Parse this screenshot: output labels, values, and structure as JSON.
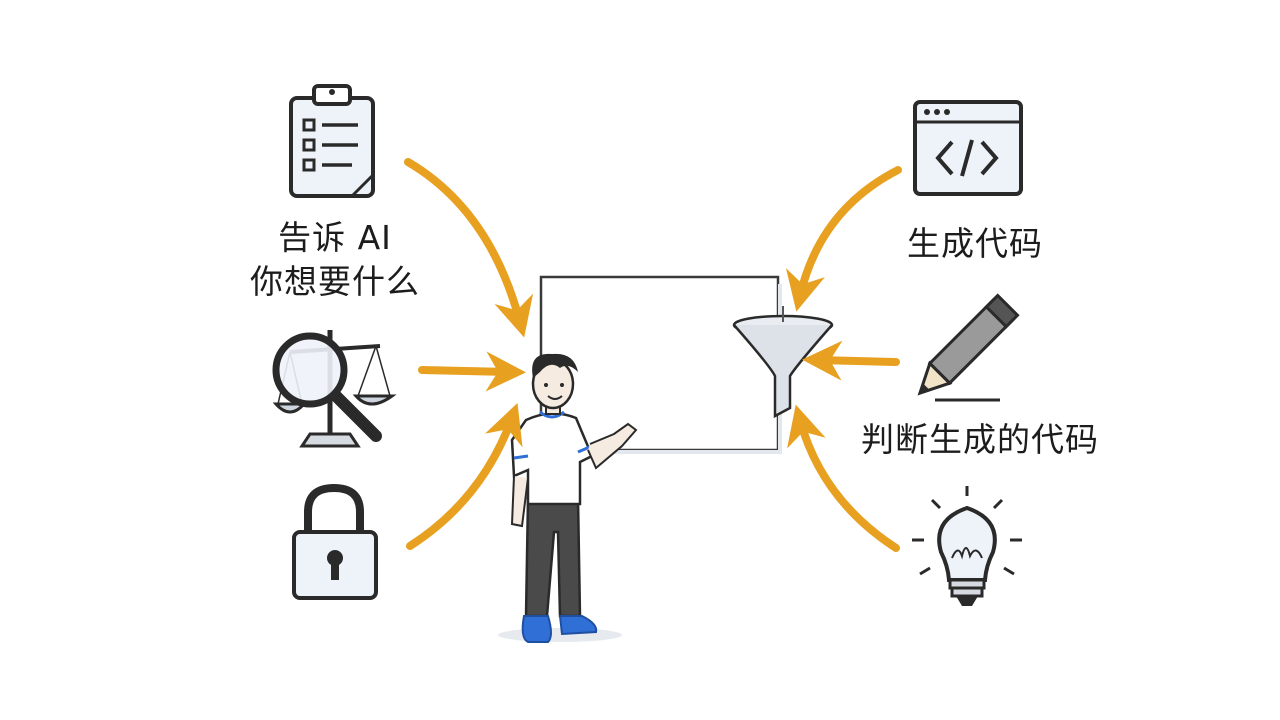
{
  "labels": {
    "tell_ai_line1": "告诉 AI",
    "tell_ai_line2": "你想要什么",
    "generate_code": "生成代码",
    "judge_code": "判断生成的代码"
  },
  "colors": {
    "arrow": "#e8a020",
    "ink": "#2a2a2a",
    "accent_blue": "#2f6fd6",
    "paper": "#eef3fa"
  },
  "icons": {
    "left": [
      "clipboard-checklist-icon",
      "magnifier-scale-icon",
      "padlock-icon"
    ],
    "right": [
      "code-window-icon",
      "pencil-icon",
      "lightbulb-icon"
    ],
    "center": [
      "whiteboard-icon",
      "funnel-icon",
      "person-presenting"
    ]
  }
}
